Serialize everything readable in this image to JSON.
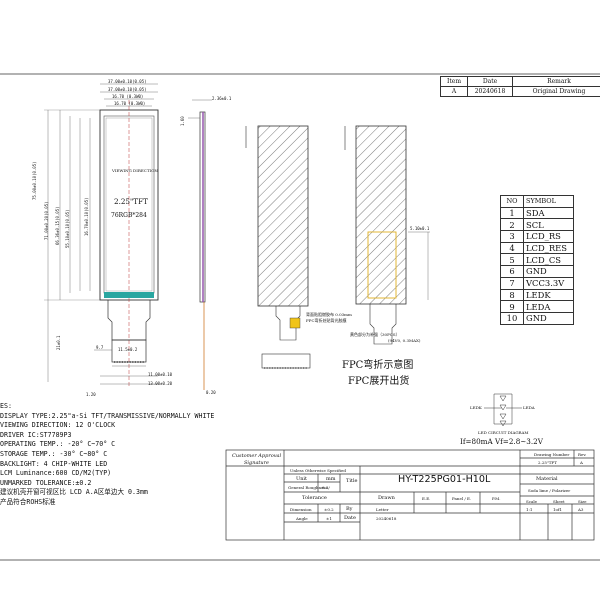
{
  "revision_table": {
    "headers": [
      "Item",
      "Date",
      "Remark"
    ],
    "rows": [
      [
        "A",
        "20240618",
        "Original Drawing"
      ]
    ]
  },
  "front_view": {
    "top_dims": [
      "37.00±0.10(0.05)",
      "37.00±0.10(0.05)",
      "16.70 (0.3W0)",
      "16.70 (0.3W0)"
    ],
    "heights": [
      "75.00±0.10(0.05)",
      "71.00±0.20(0.05)",
      "66.36±0.15(0.05)",
      "55.10±0.10(0.05)",
      "16.70±0.10(0.05)"
    ],
    "panel_label": "2.25\"TFT",
    "resolution": "76RGB*284",
    "top_text": "VIEWING DIRECTION",
    "fpc_dims": [
      "9.7",
      "11.5±0.2",
      "11.00±0.10",
      "13.00±0.20",
      "1.20"
    ],
    "left_dim": "21±0.1"
  },
  "side_view": {
    "dims": [
      "0.20",
      "2.36±0.1",
      "1.60"
    ]
  },
  "fold_views": {
    "fpc_note_1": "背面贴阻燃胶布 0.03mm",
    "fpc_note_2": "FPC弯折处贴背光胶膜",
    "fpc_note_3": "黄色部分为补强（30PCS）",
    "fpc_note_4": "(94V0, 0.3MAX)",
    "fold_dim": "5.10±0.1",
    "fold_caption": "FPC弯折示意图",
    "flat_caption": "FPC展开出货"
  },
  "symbol_table": {
    "headers": [
      "NO",
      "SYMBOL"
    ],
    "rows": [
      [
        "1",
        "SDA"
      ],
      [
        "2",
        "SCL"
      ],
      [
        "3",
        "LCD_RS"
      ],
      [
        "4",
        "LCD_RES"
      ],
      [
        "5",
        "LCD_CS"
      ],
      [
        "6",
        "GND"
      ],
      [
        "7",
        "VCC3.3V"
      ],
      [
        "8",
        "LEDK"
      ],
      [
        "9",
        "LEDA"
      ],
      [
        "10",
        "GND"
      ]
    ]
  },
  "led_circuit": {
    "label": "LED CIRCUIT DIAGRAM",
    "ledk": "LEDK",
    "leda": "LEDA",
    "spec": "If=80mA  Vf=2.8~3.2V"
  },
  "notes": {
    "heading": "ES:",
    "lines": [
      "DISPLAY TYPE:2.25\"a-Si TFT/TRANSMISSIVE/NORMALLY WHITE",
      "VIEWING DIRECTION: 12 O'CLOCK",
      "DRIVER IC:ST7789P3",
      "OPERATING TEMP.:   -20° C~70° C",
      "STORAGE TEMP.:    -30° C~80° C",
      "BACKLIGHT: 4 CHIP-WHITE LED",
      "LCM Luminance:600 CD/M2(TYP)",
      "UNMARKED TOLERANCE:±0.2",
      "建议机壳开窗可视区比 LCD A.A区单边大 0.3mm",
      "产品符合ROHS标准"
    ]
  },
  "title_block": {
    "customer_approval": "Customer Approval",
    "signature": "Signature",
    "drawing_number_label": "Drawing Number",
    "rev_label": "Rev.",
    "drawing_number": "2.25\"TFT",
    "rev_value": "A",
    "unless_specified": "Unless Otherwise Specified",
    "unit_label": "Unit",
    "unit_value": "mm",
    "title_label": "Title",
    "general_roughness": "General Roughness",
    "roughness_value": "6.3/",
    "model": "HY-T225PG01-H10L",
    "material_label": "Material",
    "material_value": "Soda lime / Polarizer",
    "tolerance_label": "Tolerance",
    "drawn_label": "Drawn",
    "drawn_value": "E.E.",
    "panel_label": "Panel / E.",
    "pm_label": "P.M.",
    "scale_label": "Scale",
    "sheet_label": "Sheet",
    "size_label": "Size",
    "dimension_label": "Dimension",
    "dimension_value": "±0.2",
    "by_label": "By",
    "by_value": "Letter",
    "angle_label": "Angle",
    "angle_value": "±1",
    "date_label": "Date",
    "date_value": "20240618",
    "scale_value": "1:1",
    "sheet_value": "1of1",
    "size_value": "A3"
  }
}
